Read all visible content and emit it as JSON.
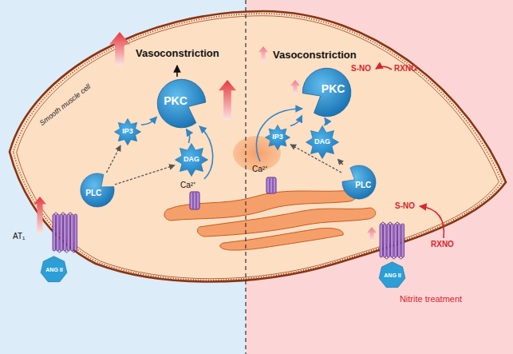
{
  "diagram": {
    "nodes": [
      {
        "text": [
          "Smooth muscle cell"
        ]
      },
      {
        "text": [
          "PKC"
        ],
        "in": 0
      },
      {
        "text": [
          "IP3"
        ],
        "in": 0
      },
      {
        "text": [
          "DAG"
        ],
        "in": 0
      },
      {
        "text": [
          "PLC"
        ],
        "in": 0
      },
      {
        "text": [
          "ANG II"
        ]
      },
      {
        "text": [
          "PKC"
        ],
        "in": 0
      },
      {
        "text": [
          "IP3"
        ],
        "in": 0
      },
      {
        "text": [
          "DAG"
        ],
        "in": 0
      },
      {
        "text": [
          "PLC"
        ],
        "in": 0
      },
      {
        "text": [
          "ANG II"
        ]
      }
    ],
    "edges": [
      {
        "from": 4,
        "to": 2,
        "arrow": "to"
      },
      {
        "from": 4,
        "to": 3,
        "arrow": "to"
      },
      {
        "from": 2,
        "to": 1,
        "arrow": "to"
      },
      {
        "from": 3,
        "to": 1,
        "arrow": "to"
      },
      {
        "from": 9,
        "to": 7,
        "arrow": "to"
      },
      {
        "from": 9,
        "to": 8,
        "arrow": "to"
      },
      {
        "from": 7,
        "to": 6,
        "arrow": "to"
      },
      {
        "from": 8,
        "to": 6,
        "arrow": "to"
      }
    ],
    "labels": [
      "Vasoconstriction",
      "Ca²⁺",
      "AT₁",
      "Vasoconstriction",
      "S-NO",
      "RXNO",
      "Ca²⁺",
      "S-NO",
      "RXNO",
      "Nitrite treatment"
    ]
  }
}
